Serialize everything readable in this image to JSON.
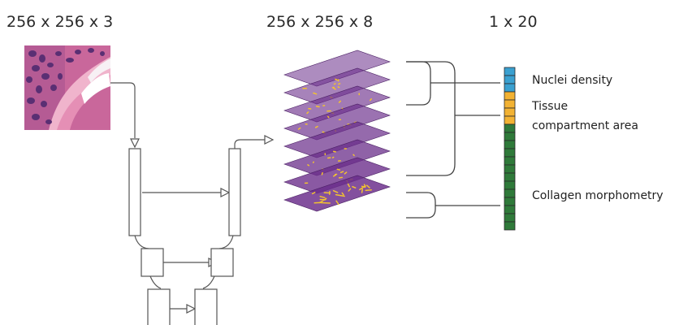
{
  "headers": {
    "input_shape": "256 x 256 x 3",
    "feature_shape": "256 x 256 x 8",
    "vector_shape": "1 x 20"
  },
  "labels": {
    "nuclei": "Nuclei density",
    "tissue_line1": "Tissue",
    "tissue_line2": "compartment area",
    "collagen": "Collagen morphometry"
  },
  "vector": {
    "groups": [
      {
        "label_key": "nuclei",
        "cells": 3,
        "color": "#3aa0d0"
      },
      {
        "label_key": "tissue",
        "cells": 4,
        "color": "#f2b233"
      },
      {
        "label_key": "collagen",
        "cells": 13,
        "color": "#2f7a3a"
      }
    ]
  },
  "feature_maps": {
    "count": 8,
    "plane_color": "#6a2d8a",
    "highlight_color": "#f2c230"
  },
  "colors": {
    "connector": "#555555",
    "tissue_pink": "#d98ab0",
    "tissue_purple": "#6a3a78"
  }
}
